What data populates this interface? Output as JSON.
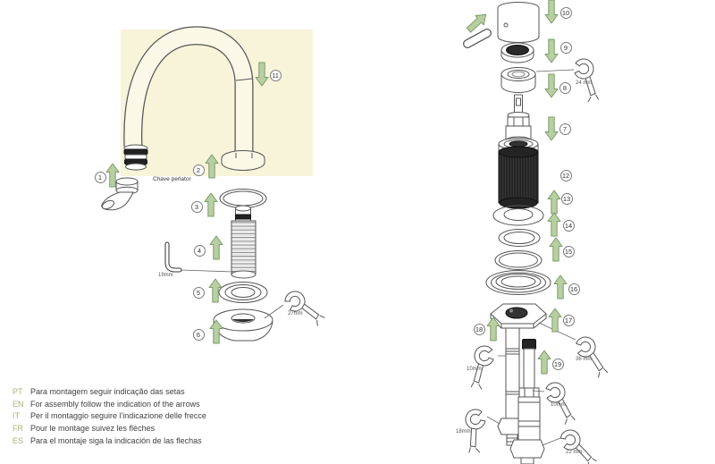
{
  "diagram": {
    "type": "faucet-exploded-assembly",
    "callouts": {
      "n1": "1",
      "n2": "2",
      "n3": "3",
      "n4": "4",
      "n5": "5",
      "n6": "6",
      "n7": "7",
      "n8": "8",
      "n9": "9",
      "n10": "10",
      "n11": "11",
      "n12": "12",
      "n13": "13",
      "n14": "14",
      "n15": "15",
      "n16": "16",
      "n17": "17",
      "n18": "18",
      "n19": "19"
    },
    "labels": {
      "aerator_key": "Chave perlator",
      "allen_key_size": "19mm",
      "wrench_27": "27mm",
      "wrench_24": "24 mm",
      "wrench_36": "36 mm",
      "wrench_10_left": "10mm",
      "wrench_10_right": "10mm",
      "wrench_18": "18mm",
      "wrench_22": "22 mm"
    }
  },
  "instructions": [
    {
      "lang": "PT",
      "text": "Para montagem seguir indicação das setas"
    },
    {
      "lang": "EN",
      "text": "For assembly follow the indication of the arrows"
    },
    {
      "lang": "IT",
      "text": "Per il montaggio seguire l'indicazione delle frecce"
    },
    {
      "lang": "FR",
      "text": "Pour le montage suivez les flèches"
    },
    {
      "lang": "ES",
      "text": "Para el montaje siga la indicación de las flechas"
    }
  ],
  "colors": {
    "arrow_fill": "#b7cfa2",
    "arrow_stroke": "#7d9c68",
    "panel_bg": "#f7f4da",
    "line": "#555555",
    "dark_part": "#242424",
    "lang_code": "#a9b277",
    "text": "#3f3f3f"
  }
}
